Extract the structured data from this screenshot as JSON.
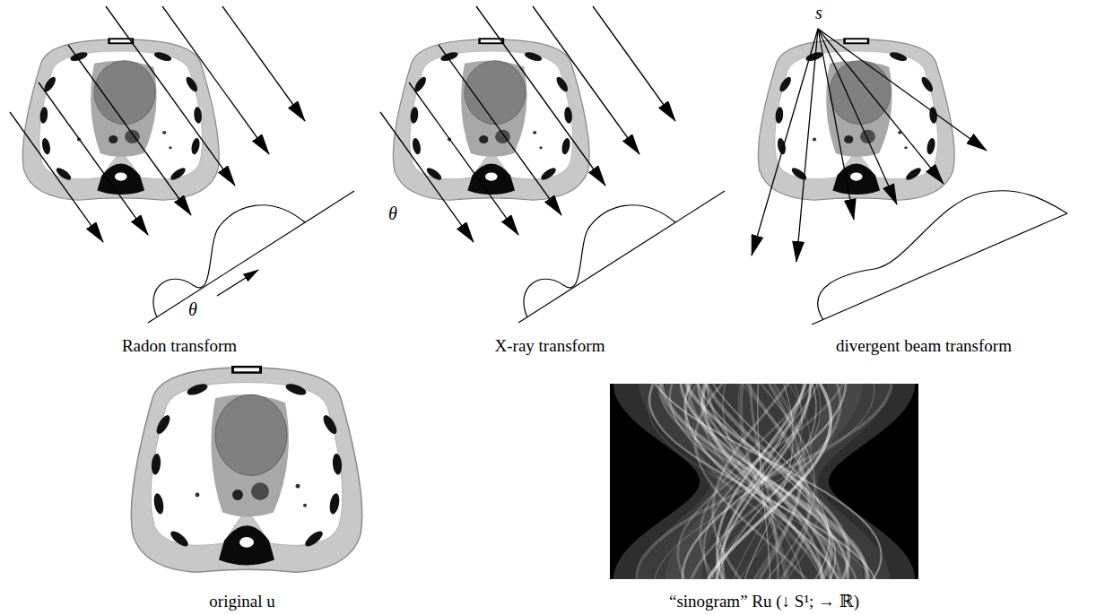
{
  "diagram": {
    "labels": [
      "s",
      "θ",
      "θ",
      "Radon transform",
      "X-ray transform",
      "divergent beam transform",
      "original u",
      "“sinogram” Ru (↓ S¹; → ℝ)"
    ]
  }
}
